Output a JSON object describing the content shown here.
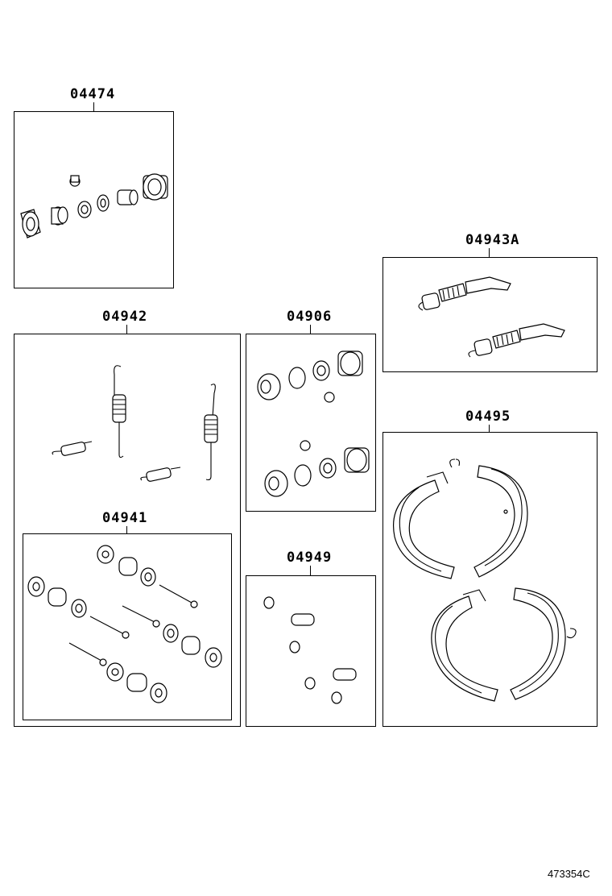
{
  "parts": {
    "p04474": "04474",
    "p04943A": "04943A",
    "p04942": "04942",
    "p04906": "04906",
    "p04495": "04495",
    "p04941": "04941",
    "p04949": "04949"
  },
  "footer": {
    "diagram_id": "473354C"
  }
}
